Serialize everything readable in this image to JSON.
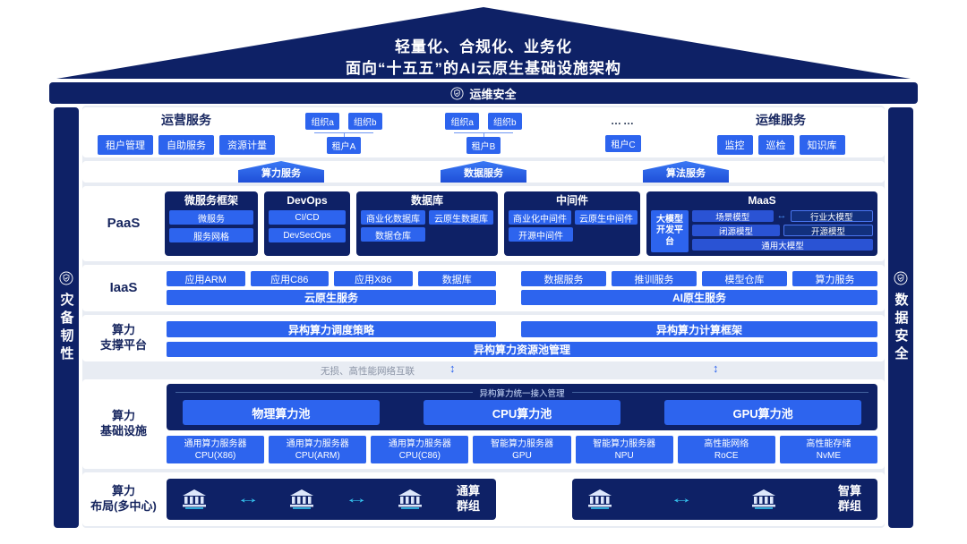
{
  "colors": {
    "navy": "#0e2166",
    "accent_blue": "#2d64ee",
    "cyan": "#35c4f0",
    "panel_bg": "#e8ecf3"
  },
  "icons": {
    "h_arrow": "↔",
    "v_arrow": "↕"
  },
  "roof": {
    "line1": "轻量化、合规化、业务化",
    "line2": "面向“十五五”的AI云原生基础设施架构"
  },
  "security_bar": {
    "label": "运维安全"
  },
  "pillars": {
    "left": "灾备韧性",
    "right": "数据安全"
  },
  "services_row": {
    "operations": {
      "title": "运营服务",
      "items": [
        "租户管理",
        "自助服务",
        "资源计量"
      ]
    },
    "tenants": {
      "group_a": {
        "org1": "组织a",
        "org2": "组织b",
        "tenant": "租户A"
      },
      "group_b": {
        "org1": "组织a",
        "org2": "组织b",
        "tenant": "租户B"
      },
      "group_c": {
        "dots": "……",
        "tenant": "租户C"
      }
    },
    "maintenance": {
      "title": "运维服务",
      "items": [
        "监控",
        "巡检",
        "知识库"
      ]
    }
  },
  "arrows_band": {
    "items": [
      "算力服务",
      "数据服务",
      "算法服务"
    ]
  },
  "paas": {
    "label": "PaaS",
    "micro": {
      "title": "微服务框架",
      "items": [
        "微服务",
        "服务网格"
      ]
    },
    "devops": {
      "title": "DevOps",
      "items": [
        "CI/CD",
        "DevSecOps"
      ]
    },
    "database": {
      "title": "数据库",
      "row1": [
        "商业化数据库",
        "云原生数据库"
      ],
      "row2": "数据仓库"
    },
    "middleware": {
      "title": "中间件",
      "row1": [
        "商业化中间件",
        "云原生中间件"
      ],
      "row2": "开源中间件"
    },
    "maas": {
      "title": "MaaS",
      "tab": "大模型开发平台",
      "scene": "场景模型",
      "industry": "行业大模型",
      "closed": "闭源模型",
      "open": "开源模型",
      "general": "通用大模型"
    }
  },
  "iaas": {
    "label": "IaaS",
    "left": {
      "items": [
        "应用ARM",
        "应用C86",
        "应用X86",
        "数据库"
      ],
      "bar": "云原生服务"
    },
    "right": {
      "items": [
        "数据服务",
        "推训服务",
        "模型仓库",
        "算力服务"
      ],
      "bar": "AI原生服务"
    }
  },
  "support": {
    "label": "算力\n支撑平台",
    "scheduling": "异构算力调度策略",
    "framework": "异构算力计算框架",
    "pool_mgmt": "异构算力资源池管理"
  },
  "interconnect": {
    "note": "无损、高性能网络互联"
  },
  "infra": {
    "label": "算力\n基础设施",
    "access": "异构算力统一接入管理",
    "pools": [
      "物理算力池",
      "CPU算力池",
      "GPU算力池"
    ],
    "servers": [
      {
        "line1": "通用算力服务器",
        "line2": "CPU(X86)"
      },
      {
        "line1": "通用算力服务器",
        "line2": "CPU(ARM)"
      },
      {
        "line1": "通用算力服务器",
        "line2": "CPU(C86)"
      },
      {
        "line1": "智能算力服务器",
        "line2": "GPU"
      },
      {
        "line1": "智能算力服务器",
        "line2": "NPU"
      },
      {
        "line1": "高性能网络",
        "line2": "RoCE"
      },
      {
        "line1": "高性能存储",
        "line2": "NvME"
      }
    ]
  },
  "layout": {
    "label": "算力\n布局(多中心)",
    "left_group": "通算\n群组",
    "right_group": "智算\n群组"
  }
}
